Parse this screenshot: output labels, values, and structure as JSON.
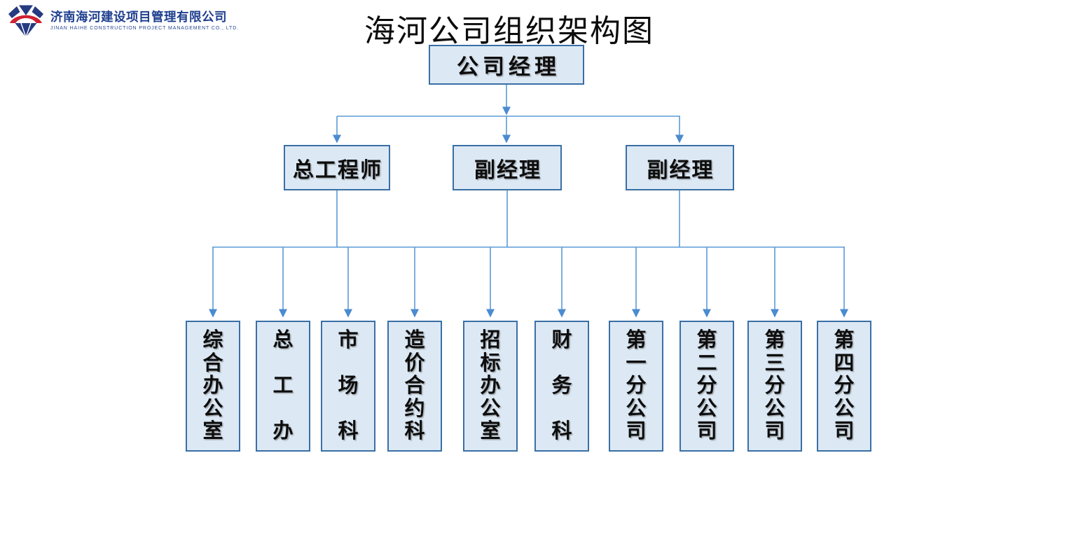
{
  "page": {
    "title": "海河公司组织架构图"
  },
  "logo": {
    "icon": "diamond-bridge-logo-icon",
    "company_cn": "济南海河建设项目管理有限公司",
    "company_en": "JINAN HAIHE CONSTRUCTION PROJECT MANAGEMENT CO., LTD.",
    "colors": {
      "navy": "#253a80",
      "red": "#cf2233",
      "text_blue": "#1e3f8e"
    }
  },
  "org_chart": {
    "level1": [
      {
        "label": "公司经理"
      }
    ],
    "level2": [
      {
        "label": "总工程师"
      },
      {
        "label": "副经理"
      },
      {
        "label": "副经理"
      }
    ],
    "level3": [
      {
        "label": "综合办公室"
      },
      {
        "label": "总工办"
      },
      {
        "label": "市场科"
      },
      {
        "label": "造价合约科"
      },
      {
        "label": "招标办公室"
      },
      {
        "label": "财务科"
      },
      {
        "label": "第一分公司"
      },
      {
        "label": "第二分公司"
      },
      {
        "label": "第三分公司"
      },
      {
        "label": "第四分公司"
      }
    ],
    "colors": {
      "box_fill": "#dce9f5",
      "box_border": "#3a6fa5",
      "connector": "#5b9bd5",
      "arrowhead": "#4b8bd0"
    }
  }
}
